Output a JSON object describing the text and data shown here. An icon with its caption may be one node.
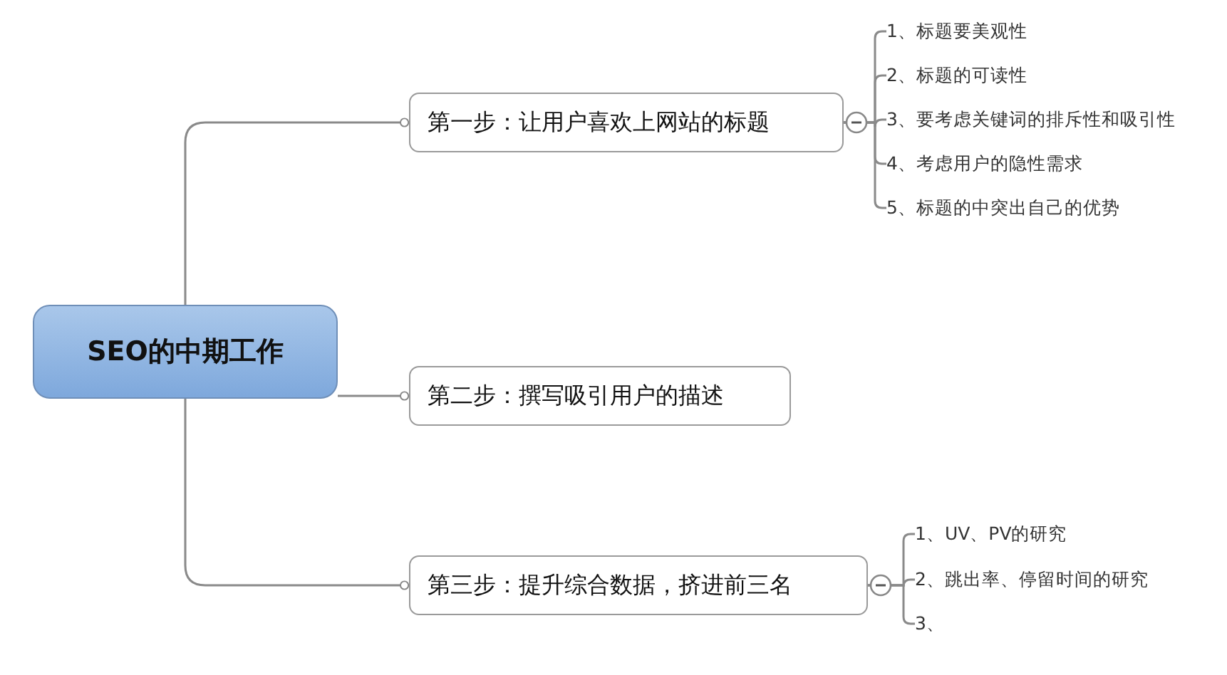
{
  "diagram": {
    "nodes": [
      {
        "text": [
          "SEO的中期工作"
        ]
      },
      {
        "text": [
          "第一步：让用户喜欢上网站的标题"
        ]
      },
      {
        "text": [
          "第二步：撰写吸引用户的描述"
        ]
      },
      {
        "text": [
          "第三步：提升综合数据，挤进前三名"
        ]
      },
      {
        "text": [
          "1、标题要美观性"
        ]
      },
      {
        "text": [
          "2、标题的可读性"
        ]
      },
      {
        "text": [
          "3、要考虑关键词的排斥性和吸引性"
        ]
      },
      {
        "text": [
          "4、考虑用户的隐性需求"
        ]
      },
      {
        "text": [
          "5、标题的中突出自己的优势"
        ]
      },
      {
        "text": [
          "1、UV、PV的研究"
        ]
      },
      {
        "text": [
          "2、跳出率、停留时间的研究"
        ]
      },
      {
        "text": [
          "3、"
        ]
      }
    ],
    "edges": [
      {
        "from": 0,
        "to": 1,
        "arrow": "other"
      },
      {
        "from": 0,
        "to": 2,
        "arrow": "other"
      },
      {
        "from": 0,
        "to": 3,
        "arrow": "other"
      },
      {
        "from": 1,
        "to": 4,
        "arrow": "none"
      },
      {
        "from": 1,
        "to": 5,
        "arrow": "none"
      },
      {
        "from": 1,
        "to": 6,
        "arrow": "none"
      },
      {
        "from": 1,
        "to": 7,
        "arrow": "none"
      },
      {
        "from": 1,
        "to": 8,
        "arrow": "none"
      },
      {
        "from": 3,
        "to": 9,
        "arrow": "none"
      },
      {
        "from": 3,
        "to": 10,
        "arrow": "none"
      },
      {
        "from": 3,
        "to": 11,
        "arrow": "none"
      }
    ]
  }
}
